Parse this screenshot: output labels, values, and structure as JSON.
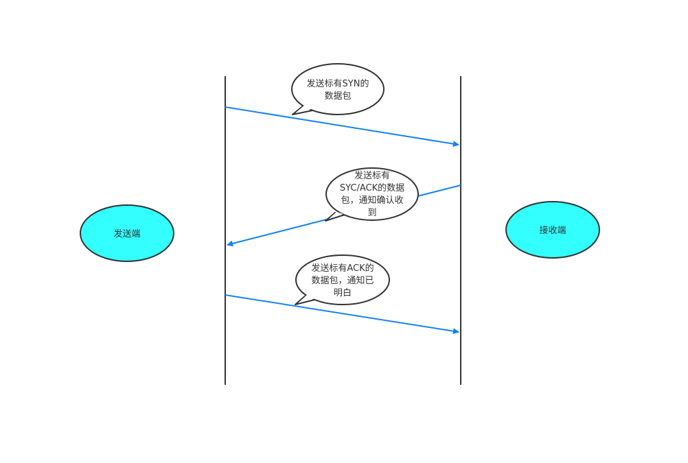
{
  "colors": {
    "node_fill": "#33FFFF",
    "node_stroke": "#333333",
    "arrow": "#1382F5",
    "lifeline": "#333333",
    "bubble_fill": "#FFFFFF"
  },
  "sender": {
    "label": "发送端"
  },
  "receiver": {
    "label": "接收端"
  },
  "messages": [
    {
      "direction": "sender-to-receiver",
      "bubble_lines": [
        "发送标有SYN的",
        "数据包"
      ]
    },
    {
      "direction": "receiver-to-sender",
      "bubble_lines": [
        "发送标有",
        "SYC/ACK的数据",
        "包，通知确认收",
        "到"
      ]
    },
    {
      "direction": "sender-to-receiver",
      "bubble_lines": [
        "发送标有ACK的",
        "数据包，通知已",
        "明白"
      ]
    }
  ]
}
